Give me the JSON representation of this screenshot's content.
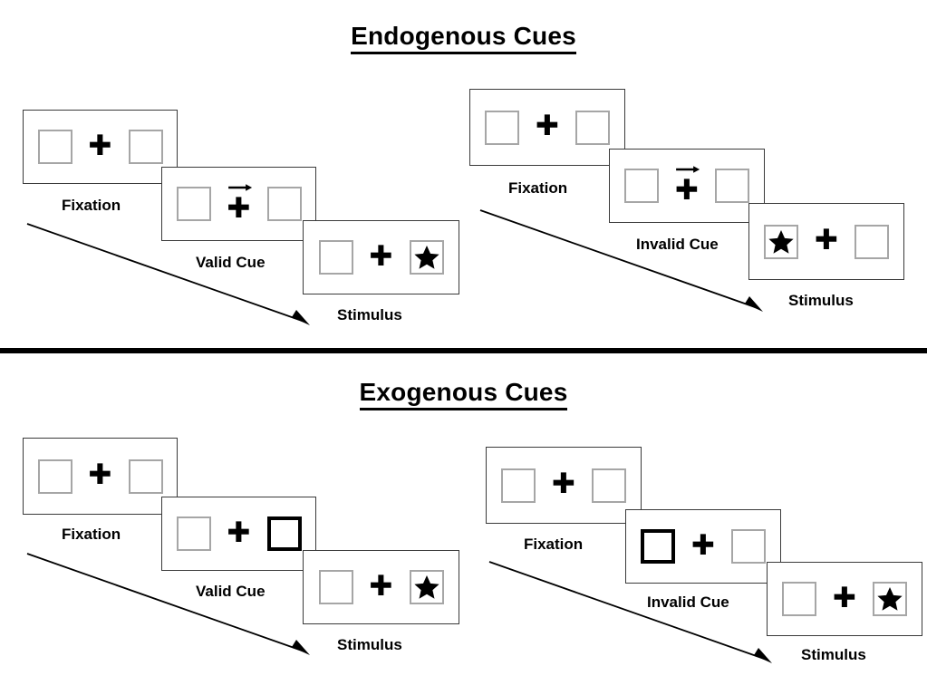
{
  "sections": [
    {
      "id": "endogenous",
      "title": "Endogenous Cues",
      "cue_type": "arrow",
      "groups": [
        {
          "id": "endogenous-valid",
          "panels": [
            {
              "label": "Fixation",
              "left_box": "empty",
              "right_box": "empty",
              "cue": "none"
            },
            {
              "label": "Valid Cue",
              "left_box": "empty",
              "right_box": "empty",
              "cue": "arrow-right"
            },
            {
              "label": "Stimulus",
              "left_box": "empty",
              "right_box": "star",
              "cue": "none"
            }
          ]
        },
        {
          "id": "endogenous-invalid",
          "panels": [
            {
              "label": "Fixation",
              "left_box": "empty",
              "right_box": "empty",
              "cue": "none"
            },
            {
              "label": "Invalid Cue",
              "left_box": "empty",
              "right_box": "empty",
              "cue": "arrow-right"
            },
            {
              "label": "Stimulus",
              "left_box": "star",
              "right_box": "empty",
              "cue": "none"
            }
          ]
        }
      ]
    },
    {
      "id": "exogenous",
      "title": "Exogenous Cues",
      "cue_type": "box-highlight",
      "groups": [
        {
          "id": "exogenous-valid",
          "panels": [
            {
              "label": "Fixation",
              "left_box": "empty",
              "right_box": "empty",
              "cue": "none"
            },
            {
              "label": "Valid Cue",
              "left_box": "empty",
              "right_box": "cued",
              "cue": "none"
            },
            {
              "label": "Stimulus",
              "left_box": "empty",
              "right_box": "star",
              "cue": "none"
            }
          ]
        },
        {
          "id": "exogenous-invalid",
          "panels": [
            {
              "label": "Fixation",
              "left_box": "empty",
              "right_box": "empty",
              "cue": "none"
            },
            {
              "label": "Invalid Cue",
              "left_box": "cued",
              "right_box": "empty",
              "cue": "none"
            },
            {
              "label": "Stimulus",
              "left_box": "empty",
              "right_box": "star",
              "cue": "none"
            }
          ]
        }
      ]
    }
  ],
  "icons": {
    "plus": "✚",
    "star": "star-icon",
    "arrow": "arrow-right-icon",
    "time_arrow": "time-progression-arrow"
  },
  "colors": {
    "ink": "#000000",
    "panel_border": "#3a3a3a",
    "box_border": "#a6a6a6",
    "cued_box_border": "#000000",
    "background": "#ffffff"
  }
}
